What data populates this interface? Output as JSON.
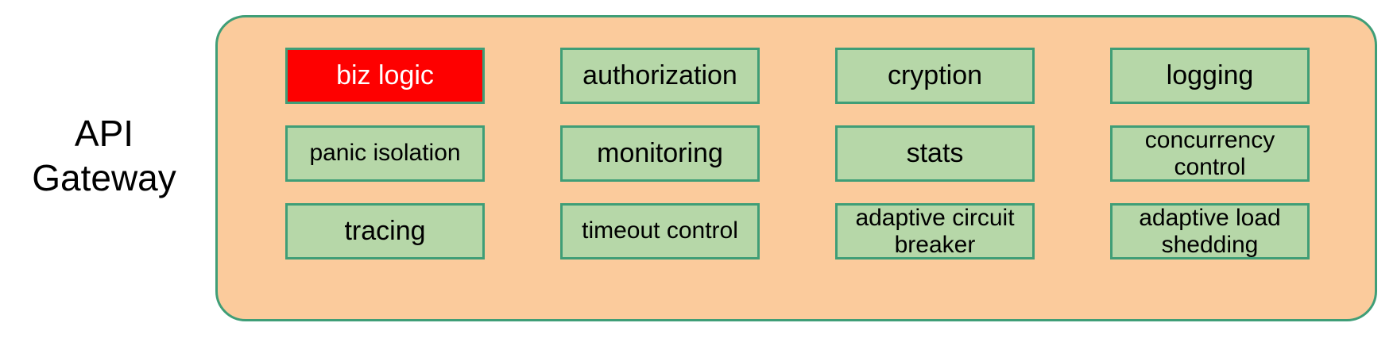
{
  "caption": {
    "label": "API\nGateway"
  },
  "colors": {
    "container_fill": "#fbcb9c",
    "container_border": "#3f9e77",
    "box_fill": "#b6d7a8",
    "box_border": "#3f9e77",
    "highlight_fill": "#fe0000",
    "highlight_text": "#ffffff",
    "text": "#000000"
  },
  "gateway": {
    "rows": [
      [
        {
          "label": "biz logic",
          "highlight": true,
          "style": "normal"
        },
        {
          "label": "authorization",
          "highlight": false,
          "style": "normal"
        },
        {
          "label": "cryption",
          "highlight": false,
          "style": "normal"
        },
        {
          "label": "logging",
          "highlight": false,
          "style": "normal"
        }
      ],
      [
        {
          "label": "panic isolation",
          "highlight": false,
          "style": "small"
        },
        {
          "label": "monitoring",
          "highlight": false,
          "style": "normal"
        },
        {
          "label": "stats",
          "highlight": false,
          "style": "normal"
        },
        {
          "label": "concurrency\ncontrol",
          "highlight": false,
          "style": "two-line"
        }
      ],
      [
        {
          "label": "tracing",
          "highlight": false,
          "style": "normal"
        },
        {
          "label": "timeout control",
          "highlight": false,
          "style": "small"
        },
        {
          "label": "adaptive circuit\nbreaker",
          "highlight": false,
          "style": "two-line"
        },
        {
          "label": "adaptive load\nshedding",
          "highlight": false,
          "style": "two-line"
        }
      ]
    ]
  }
}
